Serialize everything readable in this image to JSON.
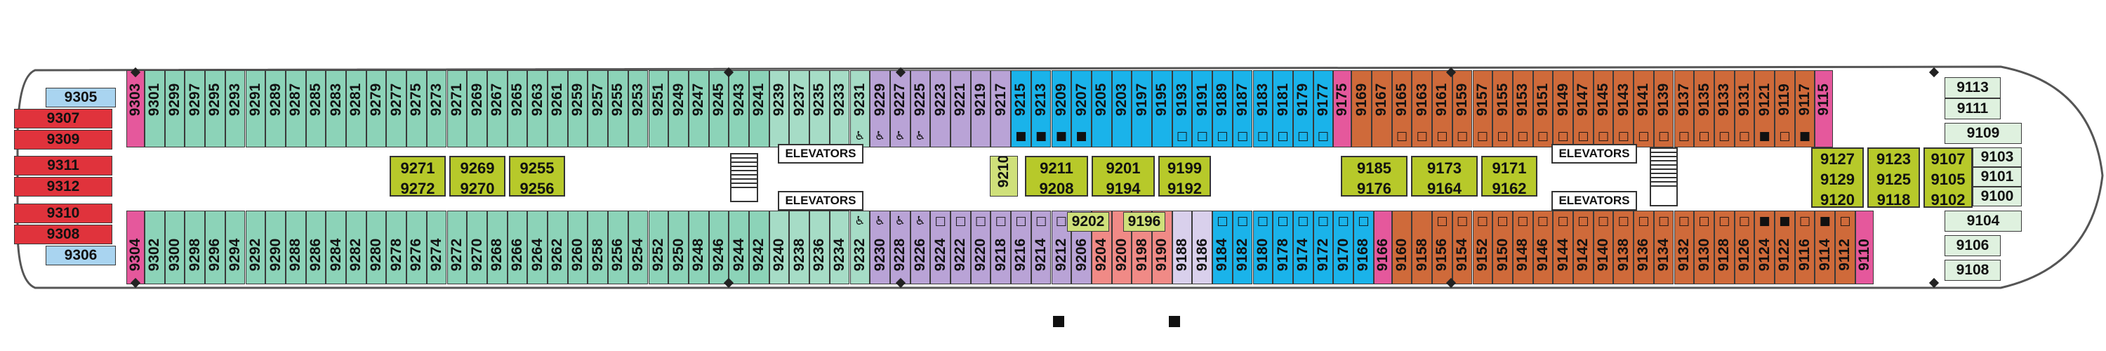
{
  "colors": {
    "red": "#e0333c",
    "light_blue": "#a9d4f0",
    "pink": "#e5589c",
    "teal": "#8cd3b8",
    "sea": "#a6dcc6",
    "lavender": "#b9a3d6",
    "blue": "#1ab3ea",
    "orange": "#cf6a3a",
    "lime": "#b7c92a",
    "salmon": "#f08a86",
    "lightgreen": "#dff1df",
    "lilac": "#d9d0ec",
    "lime_light": "#cfe07a",
    "corridor": "#ffffff",
    "hull": "#e8e8e8"
  },
  "elevators": [
    "ELEVATORS",
    "ELEVATORS",
    "ELEVATORS",
    "ELEVATORS"
  ],
  "top_row": [
    {
      "n": "9303",
      "c": "pink"
    },
    {
      "n": "9301",
      "c": "teal"
    },
    {
      "n": "9299",
      "c": "teal"
    },
    {
      "n": "9297",
      "c": "teal"
    },
    {
      "n": "9295",
      "c": "teal"
    },
    {
      "n": "9293",
      "c": "teal"
    },
    {
      "n": "9291",
      "c": "teal"
    },
    {
      "n": "9289",
      "c": "teal"
    },
    {
      "n": "9287",
      "c": "teal"
    },
    {
      "n": "9285",
      "c": "teal"
    },
    {
      "n": "9283",
      "c": "teal"
    },
    {
      "n": "9281",
      "c": "teal"
    },
    {
      "n": "9279",
      "c": "teal"
    },
    {
      "n": "9277",
      "c": "teal"
    },
    {
      "n": "9275",
      "c": "teal"
    },
    {
      "n": "9273",
      "c": "teal"
    },
    {
      "n": "9271",
      "c": "teal"
    },
    {
      "n": "9269",
      "c": "teal"
    },
    {
      "n": "9267",
      "c": "teal"
    },
    {
      "n": "9265",
      "c": "teal"
    },
    {
      "n": "9263",
      "c": "teal"
    },
    {
      "n": "9261",
      "c": "teal"
    },
    {
      "n": "9259",
      "c": "teal"
    },
    {
      "n": "9257",
      "c": "teal"
    },
    {
      "n": "9255",
      "c": "teal"
    },
    {
      "n": "9253",
      "c": "teal"
    },
    {
      "n": "9251",
      "c": "teal"
    },
    {
      "n": "9249",
      "c": "teal"
    },
    {
      "n": "9247",
      "c": "teal"
    },
    {
      "n": "9245",
      "c": "teal"
    },
    {
      "n": "9243",
      "c": "teal"
    },
    {
      "n": "9241",
      "c": "teal"
    },
    {
      "n": "9239",
      "c": "sea"
    },
    {
      "n": "9237",
      "c": "sea"
    },
    {
      "n": "9235",
      "c": "sea"
    },
    {
      "n": "9233",
      "c": "sea"
    },
    {
      "n": "9231",
      "c": "sea",
      "m": "♿"
    },
    {
      "n": "9229",
      "c": "lavender",
      "m": "♿"
    },
    {
      "n": "9227",
      "c": "lavender",
      "m": "♿"
    },
    {
      "n": "9225",
      "c": "lavender",
      "m": "♿"
    },
    {
      "n": "9223",
      "c": "lavender"
    },
    {
      "n": "9221",
      "c": "lavender"
    },
    {
      "n": "9219",
      "c": "lavender"
    },
    {
      "n": "9217",
      "c": "lavender"
    },
    {
      "n": "9215",
      "c": "blue",
      "m": "■"
    },
    {
      "n": "9213",
      "c": "blue",
      "m": "■"
    },
    {
      "n": "9209",
      "c": "blue",
      "m": "■"
    },
    {
      "n": "9207",
      "c": "blue",
      "m": "■"
    },
    {
      "n": "9205",
      "c": "blue"
    },
    {
      "n": "9203",
      "c": "blue"
    },
    {
      "n": "9197",
      "c": "blue"
    },
    {
      "n": "9195",
      "c": "blue"
    },
    {
      "n": "9193",
      "c": "blue",
      "m": "□"
    },
    {
      "n": "9191",
      "c": "blue",
      "m": "□"
    },
    {
      "n": "9189",
      "c": "blue",
      "m": "□"
    },
    {
      "n": "9187",
      "c": "blue",
      "m": "□"
    },
    {
      "n": "9183",
      "c": "blue",
      "m": "□"
    },
    {
      "n": "9181",
      "c": "blue",
      "m": "□"
    },
    {
      "n": "9179",
      "c": "blue",
      "m": "□"
    },
    {
      "n": "9177",
      "c": "blue",
      "m": "□"
    },
    {
      "n": "9175",
      "c": "pink"
    },
    {
      "n": "9169",
      "c": "orange"
    },
    {
      "n": "9167",
      "c": "orange"
    },
    {
      "n": "9165",
      "c": "orange",
      "m": "□"
    },
    {
      "n": "9163",
      "c": "orange",
      "m": "□"
    },
    {
      "n": "9161",
      "c": "orange",
      "m": "□"
    },
    {
      "n": "9159",
      "c": "orange",
      "m": "□"
    },
    {
      "n": "9157",
      "c": "orange",
      "m": "□"
    },
    {
      "n": "9155",
      "c": "orange",
      "m": "□"
    },
    {
      "n": "9153",
      "c": "orange",
      "m": "□"
    },
    {
      "n": "9151",
      "c": "orange",
      "m": "□"
    },
    {
      "n": "9149",
      "c": "orange",
      "m": "□"
    },
    {
      "n": "9147",
      "c": "orange",
      "m": "□"
    },
    {
      "n": "9145",
      "c": "orange",
      "m": "□"
    },
    {
      "n": "9143",
      "c": "orange",
      "m": "□"
    },
    {
      "n": "9141",
      "c": "orange",
      "m": "□"
    },
    {
      "n": "9139",
      "c": "orange",
      "m": "□"
    },
    {
      "n": "9137",
      "c": "orange",
      "m": "□"
    },
    {
      "n": "9135",
      "c": "orange",
      "m": "□"
    },
    {
      "n": "9133",
      "c": "orange",
      "m": "□"
    },
    {
      "n": "9131",
      "c": "orange",
      "m": "□"
    },
    {
      "n": "9121",
      "c": "orange",
      "m": "■"
    },
    {
      "n": "9119",
      "c": "orange",
      "m": "□"
    },
    {
      "n": "9117",
      "c": "orange",
      "m": "■"
    },
    {
      "n": "9115",
      "c": "pink"
    }
  ],
  "bottom_row": [
    {
      "n": "9304",
      "c": "pink"
    },
    {
      "n": "9302",
      "c": "teal"
    },
    {
      "n": "9300",
      "c": "teal"
    },
    {
      "n": "9298",
      "c": "teal"
    },
    {
      "n": "9296",
      "c": "teal"
    },
    {
      "n": "9294",
      "c": "teal"
    },
    {
      "n": "9292",
      "c": "teal"
    },
    {
      "n": "9290",
      "c": "teal"
    },
    {
      "n": "9288",
      "c": "teal"
    },
    {
      "n": "9286",
      "c": "teal"
    },
    {
      "n": "9284",
      "c": "teal"
    },
    {
      "n": "9282",
      "c": "teal"
    },
    {
      "n": "9280",
      "c": "teal"
    },
    {
      "n": "9278",
      "c": "teal"
    },
    {
      "n": "9276",
      "c": "teal"
    },
    {
      "n": "9274",
      "c": "teal"
    },
    {
      "n": "9272",
      "c": "teal"
    },
    {
      "n": "9270",
      "c": "teal"
    },
    {
      "n": "9268",
      "c": "teal"
    },
    {
      "n": "9266",
      "c": "teal"
    },
    {
      "n": "9264",
      "c": "teal"
    },
    {
      "n": "9262",
      "c": "teal"
    },
    {
      "n": "9260",
      "c": "teal"
    },
    {
      "n": "9258",
      "c": "teal"
    },
    {
      "n": "9256",
      "c": "teal"
    },
    {
      "n": "9254",
      "c": "teal"
    },
    {
      "n": "9252",
      "c": "teal"
    },
    {
      "n": "9250",
      "c": "teal"
    },
    {
      "n": "9248",
      "c": "teal"
    },
    {
      "n": "9246",
      "c": "teal"
    },
    {
      "n": "9244",
      "c": "teal"
    },
    {
      "n": "9242",
      "c": "teal"
    },
    {
      "n": "9240",
      "c": "sea"
    },
    {
      "n": "9238",
      "c": "sea"
    },
    {
      "n": "9236",
      "c": "sea"
    },
    {
      "n": "9234",
      "c": "sea"
    },
    {
      "n": "9232",
      "c": "sea",
      "m": "♿"
    },
    {
      "n": "9230",
      "c": "lavender",
      "m": "♿"
    },
    {
      "n": "9228",
      "c": "lavender",
      "m": "♿"
    },
    {
      "n": "9226",
      "c": "lavender",
      "m": "♿"
    },
    {
      "n": "9224",
      "c": "lavender",
      "m": "□"
    },
    {
      "n": "9222",
      "c": "lavender",
      "m": "□"
    },
    {
      "n": "9220",
      "c": "lavender",
      "m": "□"
    },
    {
      "n": "9218",
      "c": "lavender",
      "m": "□"
    },
    {
      "n": "9216",
      "c": "lavender",
      "m": "□"
    },
    {
      "n": "9214",
      "c": "lavender",
      "m": "□"
    },
    {
      "n": "9212",
      "c": "lavender",
      "m": "□"
    },
    {
      "n": "9206",
      "c": "lavender",
      "m": "□"
    },
    {
      "n": "9204",
      "c": "salmon"
    },
    {
      "n": "9200",
      "c": "salmon"
    },
    {
      "n": "9198",
      "c": "salmon"
    },
    {
      "n": "9190",
      "c": "salmon"
    },
    {
      "n": "9188",
      "c": "lilac"
    },
    {
      "n": "9186",
      "c": "lilac"
    },
    {
      "n": "9184",
      "c": "blue",
      "m": "□"
    },
    {
      "n": "9182",
      "c": "blue",
      "m": "□"
    },
    {
      "n": "9180",
      "c": "blue",
      "m": "□"
    },
    {
      "n": "9178",
      "c": "blue",
      "m": "□"
    },
    {
      "n": "9174",
      "c": "blue",
      "m": "□"
    },
    {
      "n": "9172",
      "c": "blue",
      "m": "□"
    },
    {
      "n": "9170",
      "c": "blue",
      "m": "□"
    },
    {
      "n": "9168",
      "c": "blue",
      "m": "□"
    },
    {
      "n": "9166",
      "c": "pink"
    },
    {
      "n": "9160",
      "c": "orange"
    },
    {
      "n": "9158",
      "c": "orange"
    },
    {
      "n": "9156",
      "c": "orange",
      "m": "□"
    },
    {
      "n": "9154",
      "c": "orange",
      "m": "□"
    },
    {
      "n": "9152",
      "c": "orange",
      "m": "□"
    },
    {
      "n": "9150",
      "c": "orange",
      "m": "□"
    },
    {
      "n": "9148",
      "c": "orange",
      "m": "□"
    },
    {
      "n": "9146",
      "c": "orange",
      "m": "□"
    },
    {
      "n": "9144",
      "c": "orange",
      "m": "□"
    },
    {
      "n": "9142",
      "c": "orange",
      "m": "□"
    },
    {
      "n": "9140",
      "c": "orange",
      "m": "□"
    },
    {
      "n": "9138",
      "c": "orange",
      "m": "□"
    },
    {
      "n": "9136",
      "c": "orange",
      "m": "□"
    },
    {
      "n": "9134",
      "c": "orange",
      "m": "□"
    },
    {
      "n": "9132",
      "c": "orange",
      "m": "□"
    },
    {
      "n": "9130",
      "c": "orange",
      "m": "□"
    },
    {
      "n": "9128",
      "c": "orange",
      "m": "□"
    },
    {
      "n": "9126",
      "c": "orange",
      "m": "□"
    },
    {
      "n": "9124",
      "c": "orange",
      "m": "■"
    },
    {
      "n": "9122",
      "c": "orange",
      "m": "■"
    },
    {
      "n": "9116",
      "c": "orange",
      "m": "□"
    },
    {
      "n": "9114",
      "c": "orange",
      "m": "■"
    },
    {
      "n": "9112",
      "c": "orange",
      "m": "□"
    },
    {
      "n": "9110",
      "c": "pink"
    }
  ],
  "stern_cabins": [
    "9305",
    "9307",
    "9309",
    "9311",
    "9312",
    "9310",
    "9308",
    "9306"
  ],
  "bow_cabins": [
    "9113",
    "9111",
    "9109",
    "9103",
    "9101",
    "9100",
    "9104",
    "9106",
    "9108"
  ],
  "center_rooms": [
    {
      "a": "9271",
      "b": "9272"
    },
    {
      "a": "9269",
      "b": "9270"
    },
    {
      "a": "9255",
      "b": "9256"
    },
    {
      "a": "9211",
      "b": "9208"
    },
    {
      "a": "9201",
      "b": "9194"
    },
    {
      "a": "9199",
      "b": "9192"
    },
    {
      "a": "9185",
      "b": "9176"
    },
    {
      "a": "9173",
      "b": "9164"
    },
    {
      "a": "9171",
      "b": "9162"
    },
    {
      "a": "9127",
      "b": "9129",
      "c": "9120"
    },
    {
      "a": "9123",
      "b": "9125",
      "c": "9118"
    },
    {
      "a": "9107",
      "b": "9105",
      "c": "9102"
    }
  ],
  "single_rooms": [
    "9210",
    "9202",
    "9196"
  ]
}
